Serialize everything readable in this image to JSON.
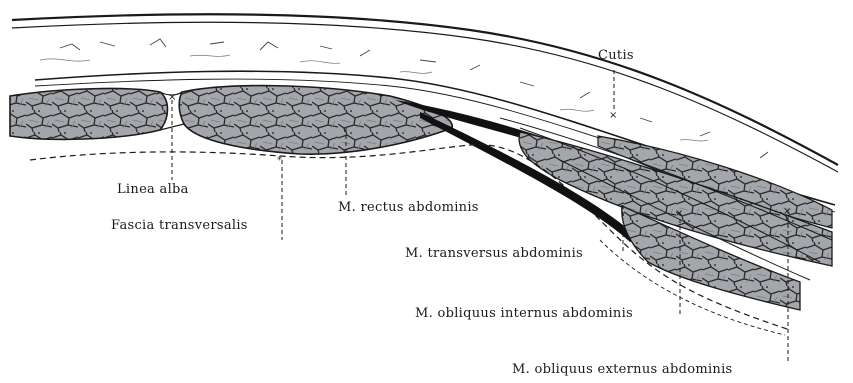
{
  "labels": {
    "cutis": "Cutis",
    "linea_alba": "Linea alba",
    "fascia_transversalis": "Fascia transversalis",
    "rectus": "M. rectus abdominis",
    "transversus": "M. transversus abdominis",
    "obliquus_internus": "M. obliquus internus abdominis",
    "obliquus_externus": "M. obliquus externus abdominis"
  },
  "colors": {
    "ink": "#1a1a1a",
    "muscle_fill": "#9ea2a6",
    "muscle_dark": "#6f7377",
    "paper": "#ffffff"
  }
}
